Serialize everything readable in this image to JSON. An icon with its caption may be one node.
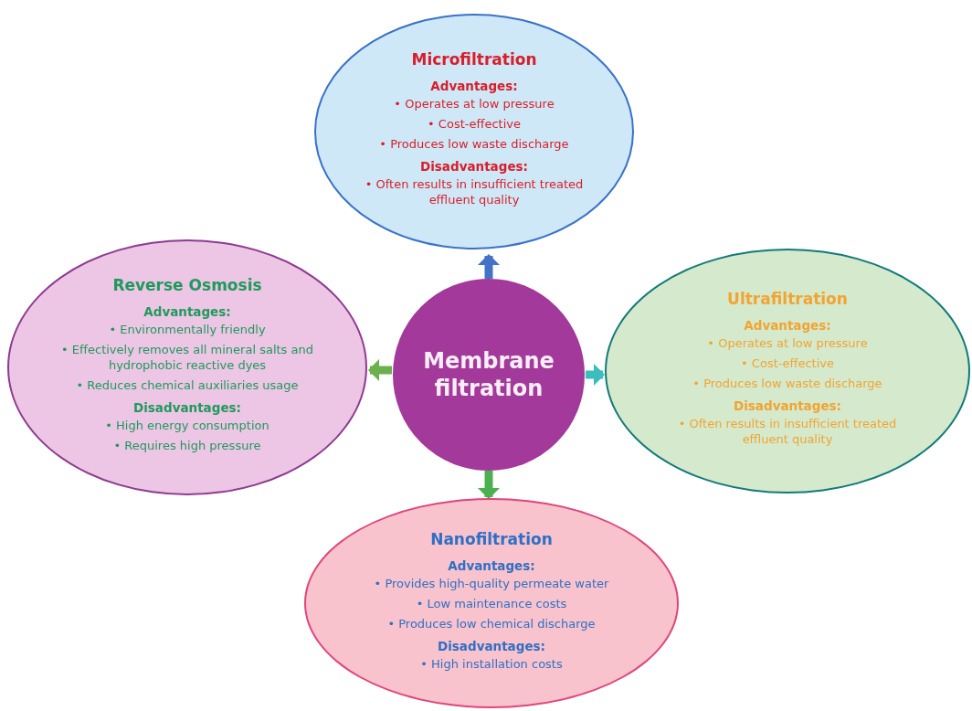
{
  "diagram": {
    "nodes": [
      {
        "text": [
          "Microfiltration",
          "Advantages:",
          "• Operates at low pressure",
          "• Cost-effective",
          "• Produces low waste discharge",
          "Disadvantages:",
          "• Often results in insufficient treated effluent quality"
        ]
      },
      {
        "text": [
          "Reverse Osmosis",
          "Advantages:",
          "• Environmentally friendly",
          "• Effectively removes all mineral salts and hydrophobic reactive dyes",
          "• Reduces chemical auxiliaries usage",
          "Disadvantages:",
          "• High energy consumption",
          "• Requires high pressure"
        ]
      },
      {
        "text": [
          "Membrane filtration"
        ]
      },
      {
        "text": [
          "Ultrafiltration",
          "Advantages:",
          "• Operates at low pressure",
          "• Cost-effective",
          "• Produces low waste discharge",
          "Disadvantages:",
          "• Often results in insufficient treated effluent quality"
        ]
      },
      {
        "text": [
          "Nanofiltration",
          "Advantages:",
          "• Provides high-quality permeate water",
          "• Low maintenance costs",
          "• Produces low chemical discharge",
          "Disadvantages:",
          "• High installation costs"
        ]
      }
    ],
    "edges": [
      {
        "from": 2,
        "to": 0,
        "arrow": "to",
        "color": "#4472c4"
      },
      {
        "from": 2,
        "to": 3,
        "arrow": "to",
        "color": "#3bbdbd"
      },
      {
        "from": 2,
        "to": 4,
        "arrow": "to",
        "color": "#4caf50"
      },
      {
        "from": 2,
        "to": 1,
        "arrow": "to",
        "color": "#6ab04c"
      }
    ]
  }
}
